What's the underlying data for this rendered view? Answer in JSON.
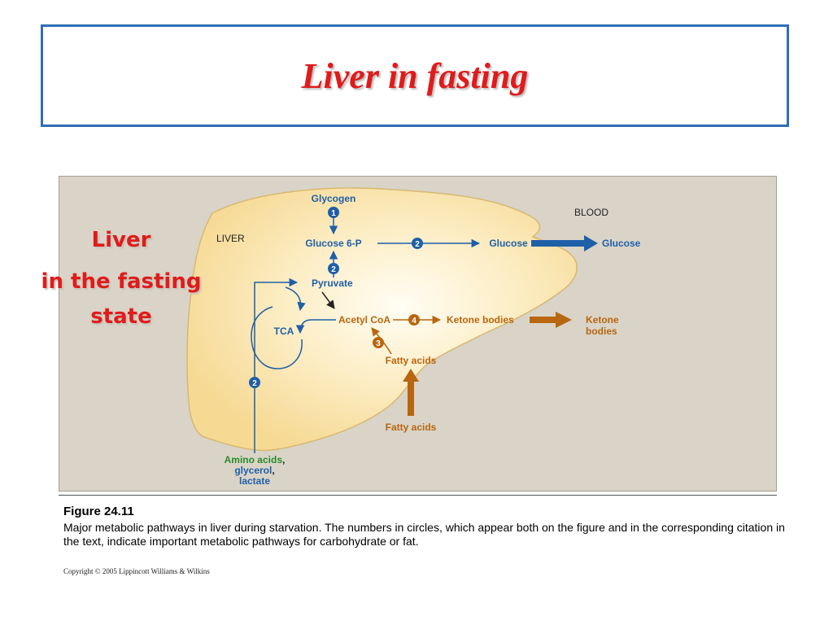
{
  "slide": {
    "title": "Liver in fasting",
    "side_label": [
      "Liver",
      "in the fasting",
      "state"
    ]
  },
  "diagram": {
    "labels": {
      "liver": "LIVER",
      "blood": "BLOOD",
      "glycogen": "Glycogen",
      "glucose6p": "Glucose 6-P",
      "glucose_liver": "Glucose",
      "glucose_blood": "Glucose",
      "pyruvate": "Pyruvate",
      "tca": "TCA",
      "acetyl_coa": "Acetyl CoA",
      "ketone_bodies": "Ketone bodies",
      "ketone_blood_1": "Ketone",
      "ketone_blood_2": "bodies",
      "fatty_acids_liver": "Fatty acids",
      "fatty_acids_blood": "Fatty acids",
      "amino_acids": "Amino acids",
      "comma_1": ",",
      "glycerol": "glycerol",
      "comma_2": ",",
      "lactate": "lactate"
    },
    "numbers": {
      "glycogenolysis": "1",
      "gluconeogenesis_a": "2",
      "gluconeogenesis_b": "2",
      "gluconeogenesis_c": "2",
      "beta_oxidation": "3",
      "ketogenesis": "4"
    },
    "colors": {
      "carbohydrate_path": "#1f5fa8",
      "fat_path": "#b8660f",
      "amino_acid_label": "#2a8a2a",
      "liver_fill": "#f8e0a6",
      "panel_background": "#d9d4c7"
    }
  },
  "caption": {
    "figure_label": "Figure 24.11",
    "text": "Major metabolic pathways in liver during starvation.  The numbers in circles, which appear both on the figure and in the corresponding citation in the text, indicate important metabolic pathways for carbohydrate or fat."
  },
  "copyright": "Copyright © 2005 Lippincott Williams & Wilkins"
}
